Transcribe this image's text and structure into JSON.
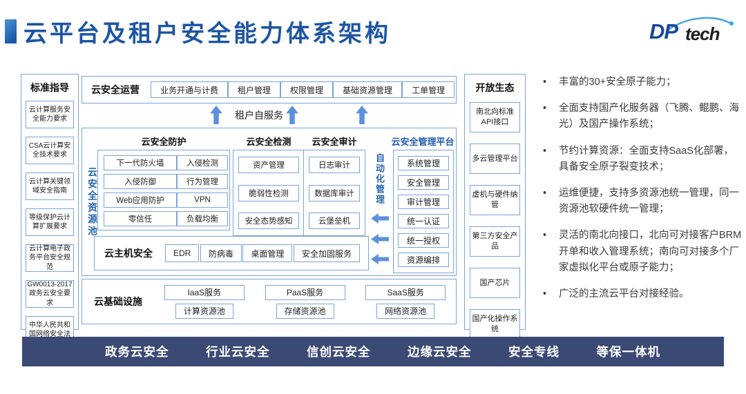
{
  "header": {
    "title": "云平台及租户安全能力体系架构",
    "logo_dp": "DP",
    "logo_tech": "tech"
  },
  "standards": {
    "title": "标准指导",
    "items": [
      "云计算服务安全能力要求",
      "CSA云计算安全技术要求",
      "云计算关键领域安全指南",
      "等级保护云计算扩展要求",
      "云计算电子政务平台安全规范",
      "GW0013-2017政务云安全要求",
      "中华人民共和国网络安全法"
    ]
  },
  "operations": {
    "title": "云安全运营",
    "items": [
      "业务开通与计费",
      "租户管理",
      "权限管理",
      "基础资源管理",
      "工单管理"
    ]
  },
  "tenant": {
    "label": "租户自服务"
  },
  "pool": {
    "v_label": "云安全资源池",
    "protection": {
      "title": "云安全防护",
      "items": [
        "下一代防火墙",
        "入侵检测",
        "入侵防御",
        "行为管理",
        "Web应用防护",
        "VPN",
        "零信任",
        "负载均衡"
      ]
    },
    "detection": {
      "title": "云安全检测",
      "items": [
        "资产管理",
        "脆弱性检测",
        "安全态势感知"
      ]
    },
    "audit": {
      "title": "云安全审计",
      "items": [
        "日志审计",
        "数据库审计",
        "云堡垒机"
      ]
    },
    "automation_label": "自动化管理",
    "platform": {
      "title": "云安全管理平台",
      "items": [
        "系统管理",
        "安全管理",
        "审计管理",
        "统一认证",
        "统一授权",
        "资源编排"
      ]
    },
    "host": {
      "title": "云主机安全",
      "items": [
        "EDR",
        "防病毒",
        "桌面管理",
        "安全加固服务"
      ]
    }
  },
  "infrastructure": {
    "title": "云基础设施",
    "services": [
      "IaaS服务",
      "PaaS服务",
      "SaaS服务"
    ],
    "pools": [
      "计算资源池",
      "存储资源池",
      "网络资源池"
    ]
  },
  "ecosystem": {
    "title": "开放生态",
    "items": [
      "南北向标准API接口",
      "多云管理平台",
      "虚机与硬件纳管",
      "第三方安全产品",
      "国产芯片",
      "国产化操作系统"
    ]
  },
  "highlights": {
    "items": [
      "丰富的30+安全原子能力；",
      "全面支持国产化服务器（飞腾、鲲鹏、海光）及国产操作系统；",
      "节约计算资源：全面支持SaaS化部署，具备安全原子裂变技术；",
      "运维便捷，支持多资源池统一管理，同一资源池软硬件统一管理；",
      "灵活的南北向接口，北向可对接客户BRM开单和收入管理系统；南向可对接多个厂家虚拟化平台或原子能力；",
      "广泛的主流云平台对接经验。"
    ]
  },
  "footer": {
    "items": [
      "政务云安全",
      "行业云安全",
      "信创云安全",
      "边缘云安全",
      "安全专线",
      "等保一体机"
    ]
  },
  "colors": {
    "title_blue": "#1d55a3",
    "box_border": "#7ba3d9",
    "blue_text": "#2465b0",
    "arrow_blue": "#5e91dc",
    "footer_bg": "#3b4a74",
    "logo_blue": "#17489e",
    "swoosh_blue": "#4aa4dd"
  }
}
